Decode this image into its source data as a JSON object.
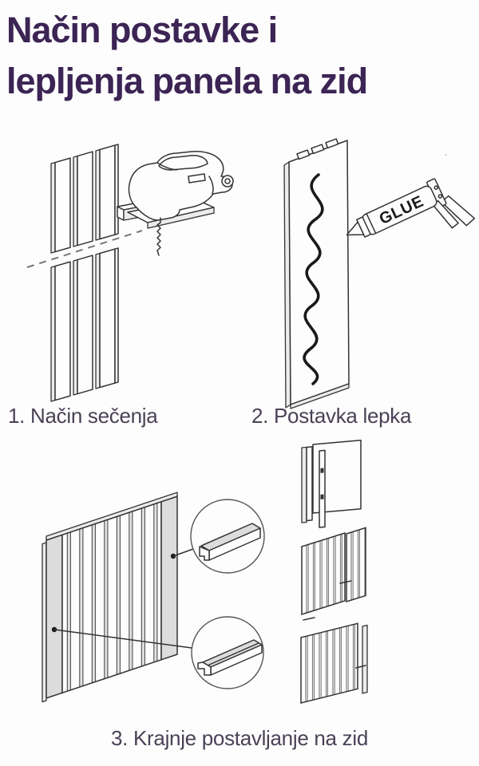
{
  "title": {
    "line1": "Način postavke i",
    "line2": "lepljenja panela na zid"
  },
  "captions": {
    "step1": "1. Način sečenja",
    "step2": "2. Postavka lepka",
    "step3": "3. Krajnje postavljanje na zid"
  },
  "glue_label": "GLUE",
  "icons": {
    "jigsaw": "jigsaw-icon",
    "caulk_gun": "caulk-gun-icon",
    "cut_line": "dashed-cut-line",
    "glue_bead": "glue-squiggle",
    "slat_profile_plain": "slat-profile-detail",
    "slat_profile_grooved": "grooved-profile-detail"
  },
  "colors": {
    "background": "#fdfdfd",
    "title_text": "#3c2454",
    "caption_text": "#4a4156",
    "line_art": "#333333",
    "shading": "#dcdcdc"
  }
}
